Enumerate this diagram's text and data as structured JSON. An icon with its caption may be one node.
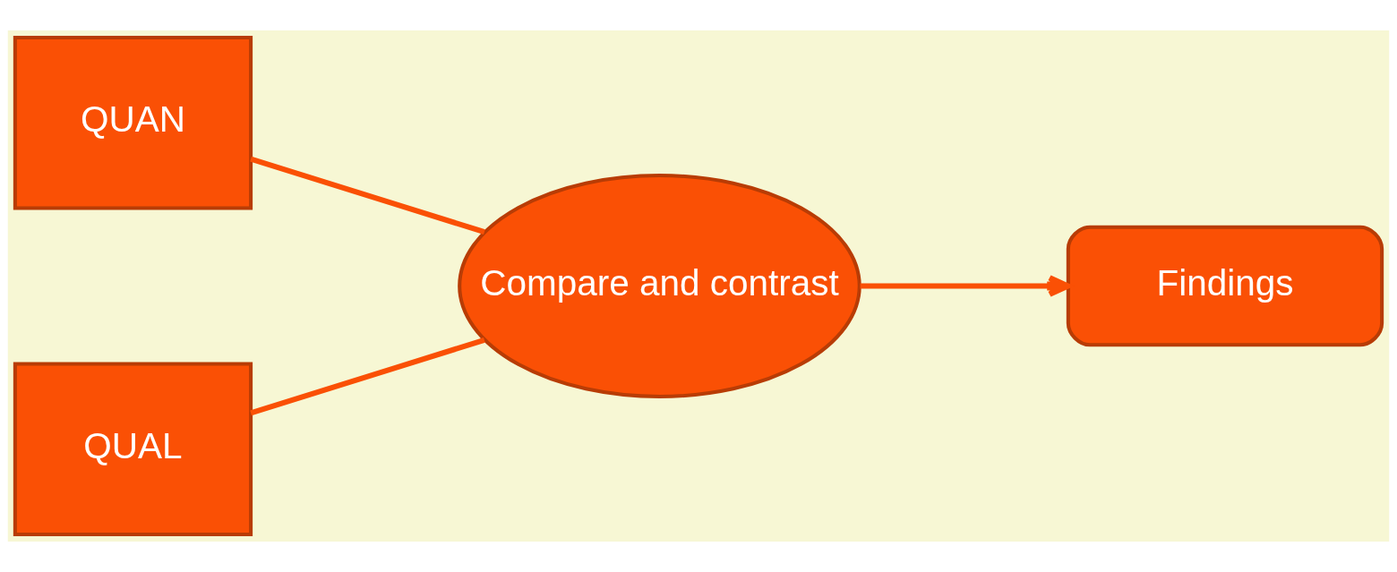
{
  "diagram": {
    "nodes": [
      {
        "text": [
          "QUAN"
        ]
      },
      {
        "text": [
          "QUAL"
        ]
      },
      {
        "text": [
          "Compare and contrast"
        ]
      },
      {
        "text": [
          "Findings"
        ]
      }
    ],
    "edges": [
      {
        "from": 0,
        "to": 2,
        "arrow": "none"
      },
      {
        "from": 1,
        "to": 2,
        "arrow": "none"
      },
      {
        "from": 2,
        "to": 3,
        "arrow": "to"
      }
    ]
  }
}
